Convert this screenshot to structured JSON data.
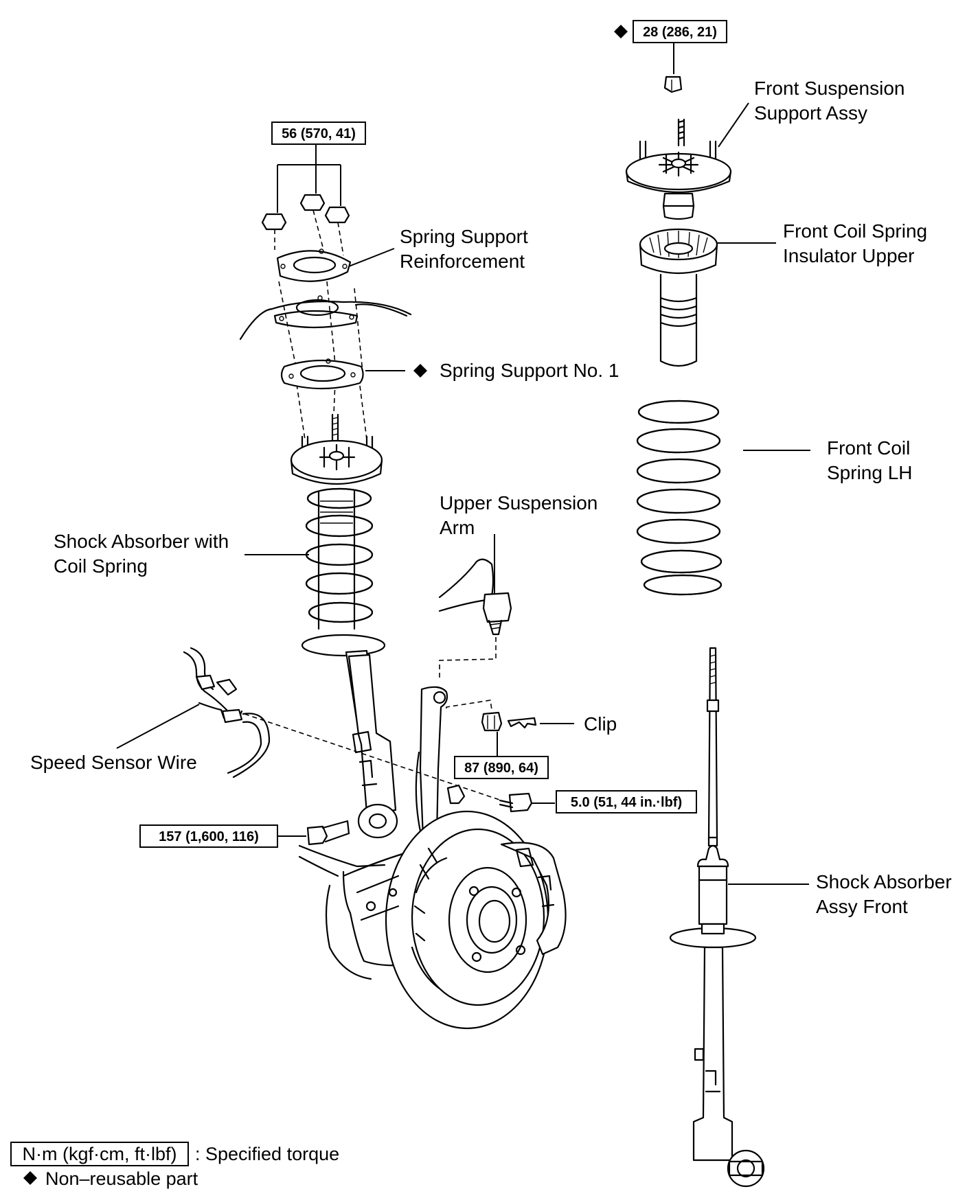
{
  "diagram": {
    "labels": {
      "front_suspension_support_assy": [
        "Front Suspension",
        "Support Assy"
      ],
      "front_coil_spring_insulator_upper": [
        "Front Coil Spring",
        "Insulator Upper"
      ],
      "front_coil_spring_lh": [
        "Front Coil",
        "Spring LH"
      ],
      "shock_absorber_assy_front": [
        "Shock Absorber",
        "Assy Front"
      ],
      "spring_support_reinforcement": [
        "Spring Support",
        "Reinforcement"
      ],
      "spring_support_no1": "Spring Support No. 1",
      "upper_suspension_arm": [
        "Upper Suspension",
        "Arm"
      ],
      "shock_absorber_with_coil_spring": [
        "Shock Absorber with",
        "Coil Spring"
      ],
      "speed_sensor_wire": "Speed Sensor Wire",
      "clip": "Clip"
    },
    "torques": {
      "support_nut": "28 (286, 21)",
      "reinforcement_nuts": "56 (570, 41)",
      "arm_nut": "87 (890, 64)",
      "sensor_bolt": "5.0 (51, 44 in.·lbf)",
      "lower_bolt": "157 (1,600, 116)"
    },
    "non_reusable_symbol": "◆",
    "legend": {
      "unit_box": "N·m (kgf·cm, ft·lbf)",
      "unit_desc": ": Specified torque",
      "non_reusable_desc": "Non–reusable part"
    }
  }
}
